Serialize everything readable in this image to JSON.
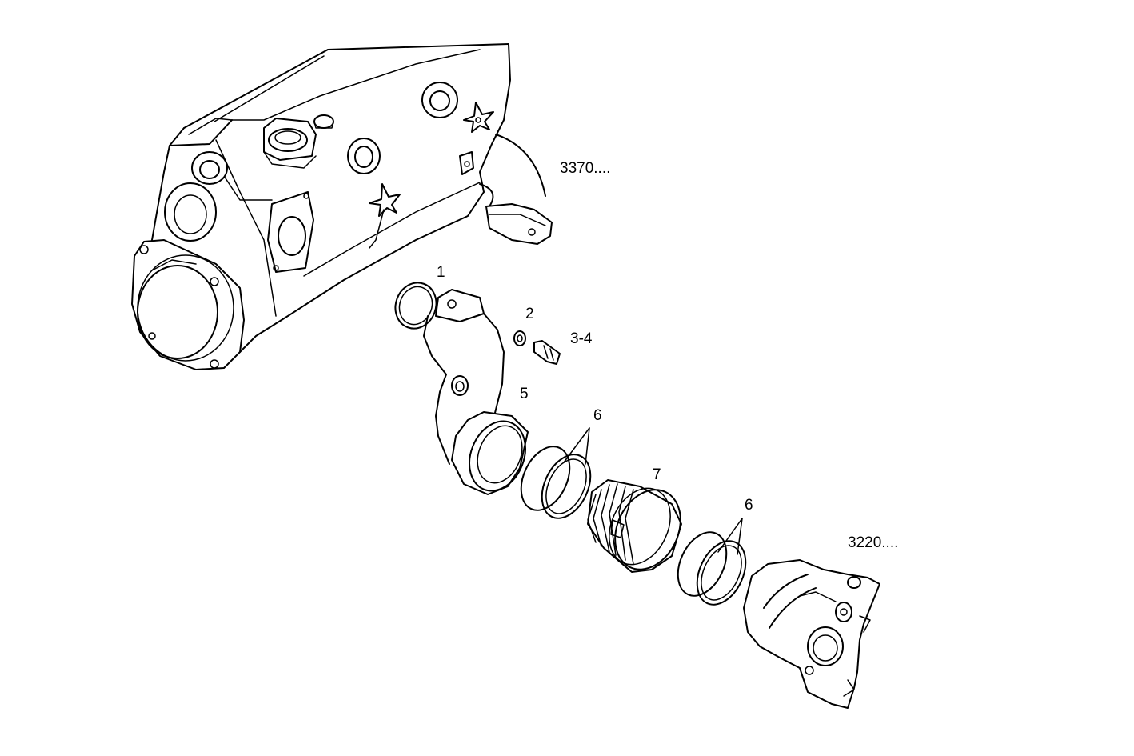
{
  "callouts": {
    "ref_top": "3370....",
    "ref_bottom": "3220....",
    "part_1": "1",
    "part_2": "2",
    "part_3_4": "3-4",
    "part_5": "5",
    "part_6_upper": "6",
    "part_7": "7",
    "part_6_lower": "6"
  }
}
